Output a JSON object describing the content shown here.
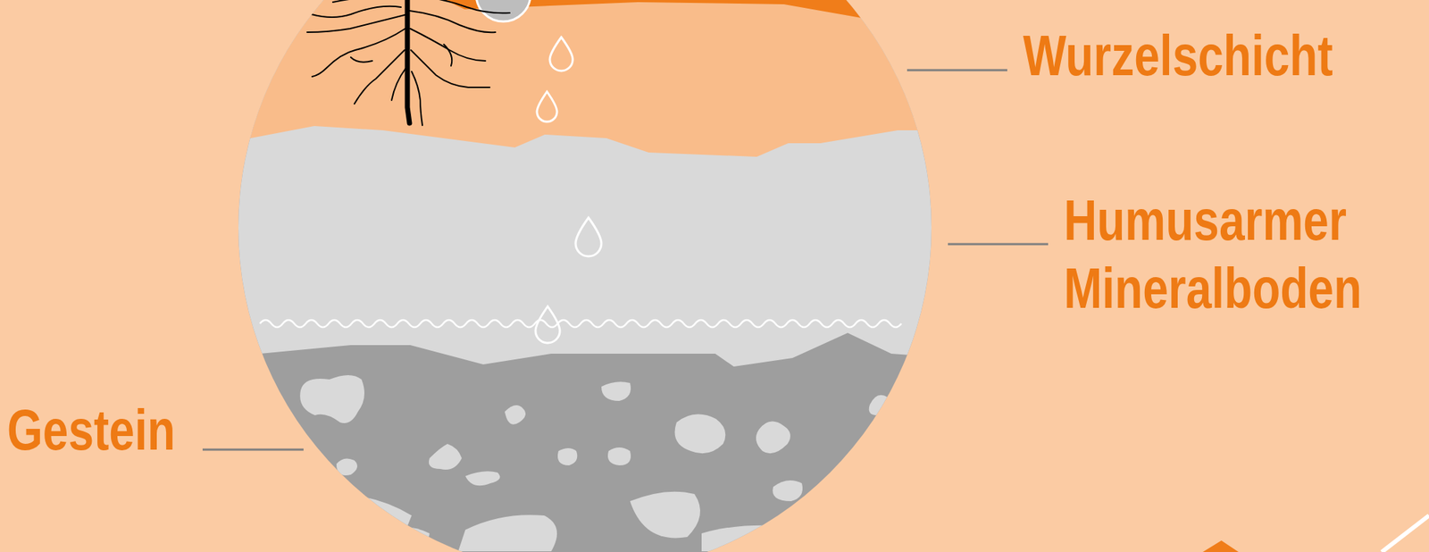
{
  "diagram": {
    "labels": [
      "Wurzelschicht",
      "Humusarmer Mineralboden",
      "Gestein"
    ]
  }
}
